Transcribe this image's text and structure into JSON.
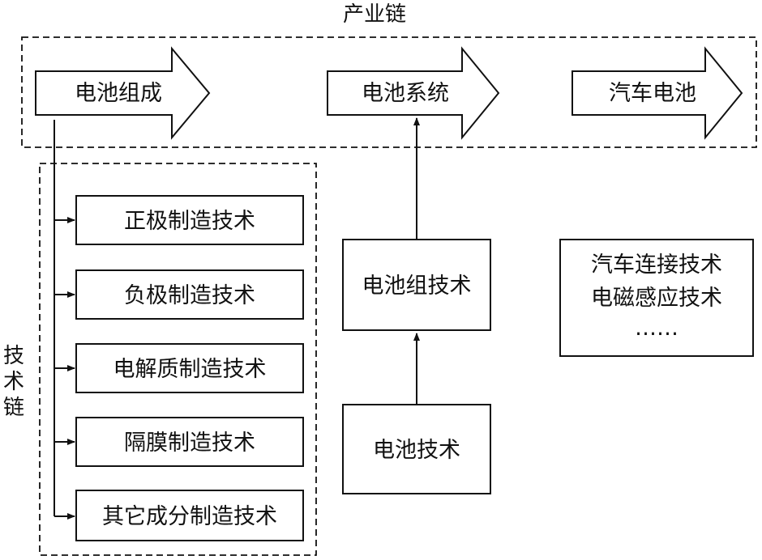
{
  "industry_chain": {
    "title": "产业链",
    "stages": [
      "电池组成",
      "电池系统",
      "汽车电池"
    ]
  },
  "tech_chain": {
    "title_chars": [
      "技",
      "术",
      "链"
    ],
    "items": [
      "正极制造技术",
      "负极制造技术",
      "电解质制造技术",
      "隔膜制造技术",
      "其它成分制造技术"
    ]
  },
  "battery_flow": {
    "battery_tech": "电池技术",
    "pack_tech": "电池组技术"
  },
  "other_tech": {
    "lines": [
      "汽车连接技术",
      "电磁感应技术",
      "……"
    ]
  }
}
